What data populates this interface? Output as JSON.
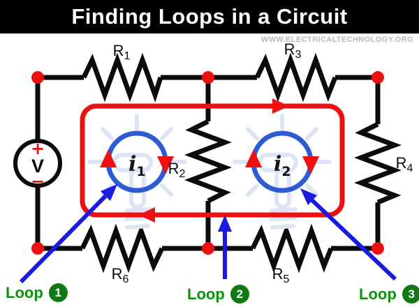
{
  "header": {
    "title": "Finding Loops in a Circuit",
    "watermark": "WWW.ELECTRICALTECHNOLOGY.ORG"
  },
  "source": {
    "plus": "+",
    "label": "V",
    "minus": "−"
  },
  "resistors": [
    {
      "base": "R",
      "sub": "1"
    },
    {
      "base": "R",
      "sub": "2"
    },
    {
      "base": "R",
      "sub": "3"
    },
    {
      "base": "R",
      "sub": "4"
    },
    {
      "base": "R",
      "sub": "5"
    },
    {
      "base": "R",
      "sub": "6"
    }
  ],
  "currents": [
    {
      "base": "i",
      "sub": "1"
    },
    {
      "base": "i",
      "sub": "2"
    }
  ],
  "loop_labels": [
    {
      "text": "Loop",
      "num": "1"
    },
    {
      "text": "Loop",
      "num": "2"
    },
    {
      "text": "Loop",
      "num": "3"
    }
  ],
  "colors": {
    "banner_bg": "#000000",
    "banner_text": "#ffffff",
    "watermark_gray": "#b9b9b9",
    "wire_black": "#0b0b0b",
    "node_red": "#ee1010",
    "loop_path_red": "#ee1010",
    "current_circle_blue": "#2d5bd1",
    "pointer_blue": "#1b1be0",
    "label_green": "#0a930a",
    "badge_green": "#0f7a14",
    "bulb_watermark": "#dce4f6"
  }
}
